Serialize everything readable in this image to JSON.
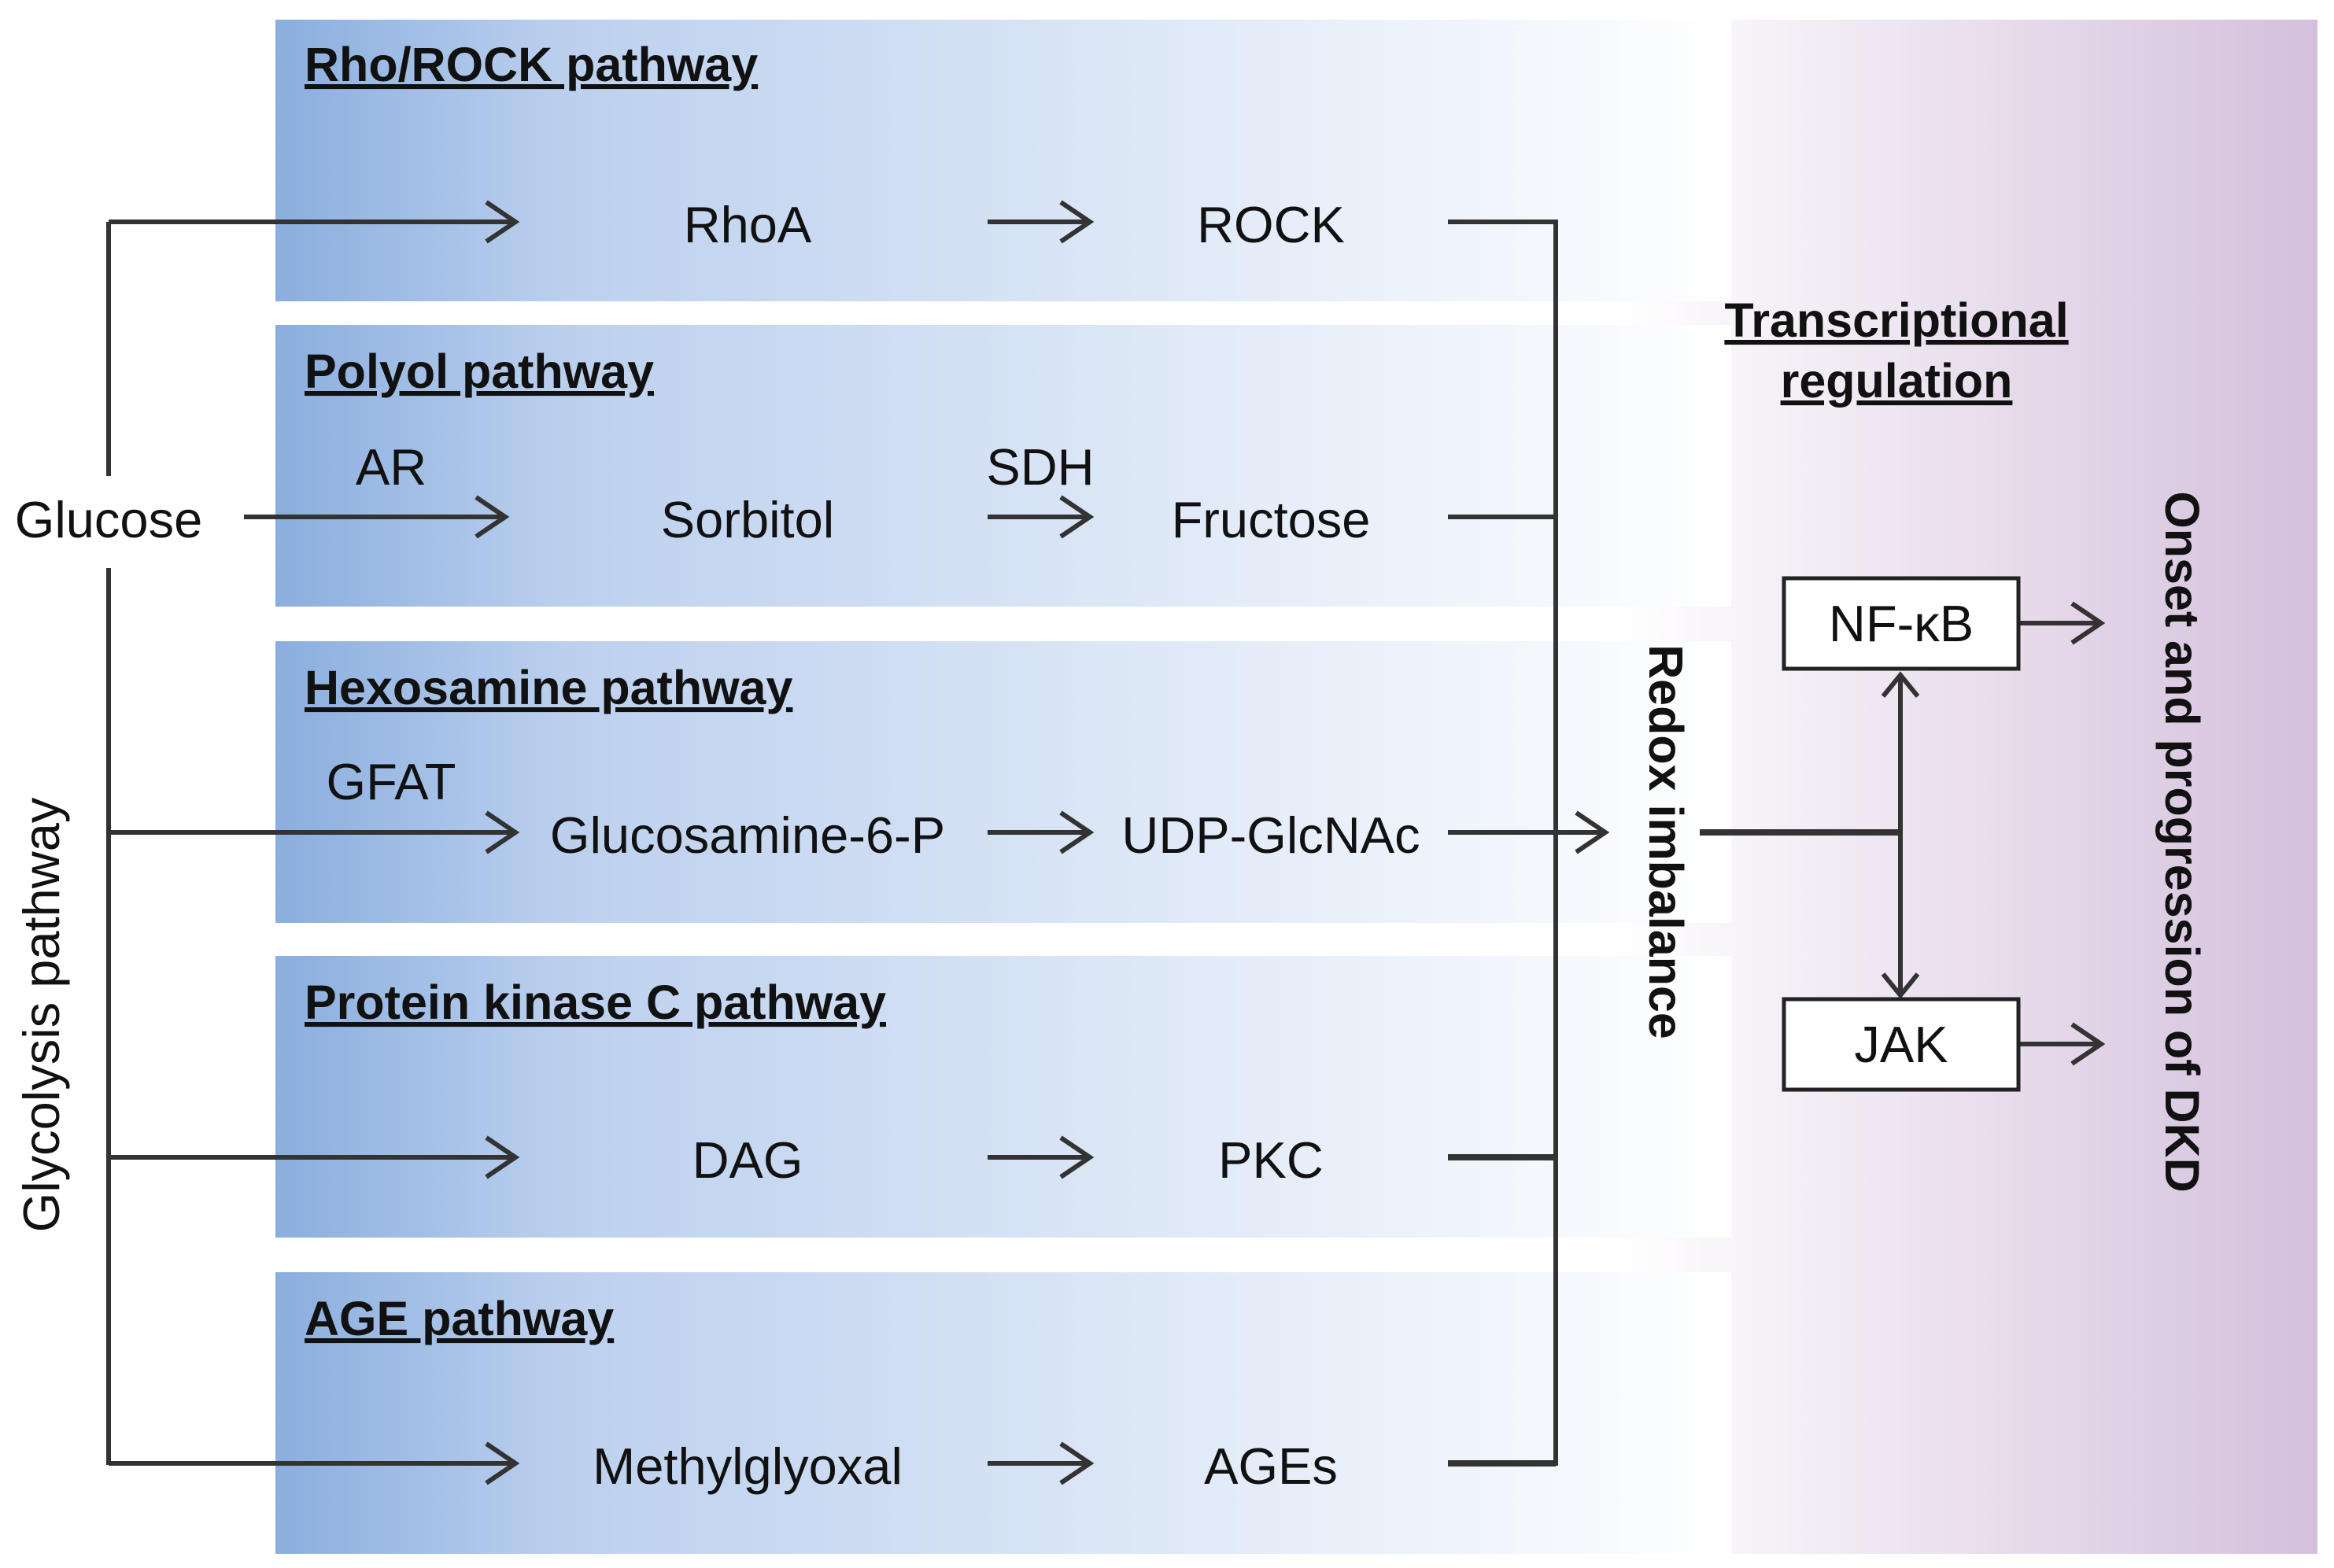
{
  "glucose": "Glucose",
  "glycolysis": "Glycolysis pathway",
  "pathways": [
    {
      "title": "Rho/ROCK pathway",
      "enzyme1": "",
      "node1": "RhoA",
      "enzyme2": "",
      "node2": "ROCK"
    },
    {
      "title": "Polyol pathway",
      "enzyme1": "AR",
      "node1": "Sorbitol",
      "enzyme2": "SDH",
      "node2": "Fructose"
    },
    {
      "title": "Hexosamine pathway",
      "enzyme1": "GFAT",
      "node1": "Glucosamine-6-P",
      "enzyme2": "",
      "node2": "UDP-GlcNAc"
    },
    {
      "title": "Protein kinase C pathway",
      "enzyme1": "",
      "node1": "DAG",
      "enzyme2": "",
      "node2": "PKC"
    },
    {
      "title": "AGE pathway",
      "enzyme1": "",
      "node1": "Methylglyoxal",
      "enzyme2": "",
      "node2": "AGEs"
    }
  ],
  "redox": "Redox imbalance",
  "transcriptional": {
    "line1": "Transcriptional",
    "line2": "regulation"
  },
  "nfkb": "NF-κB",
  "jak": "JAK",
  "outcome": "Onset and progression of DKD",
  "colors": {
    "panel_left": "#8aaede",
    "panel_right": "#ffffff",
    "band_right": "#d4c0dc",
    "line": "#333333"
  }
}
